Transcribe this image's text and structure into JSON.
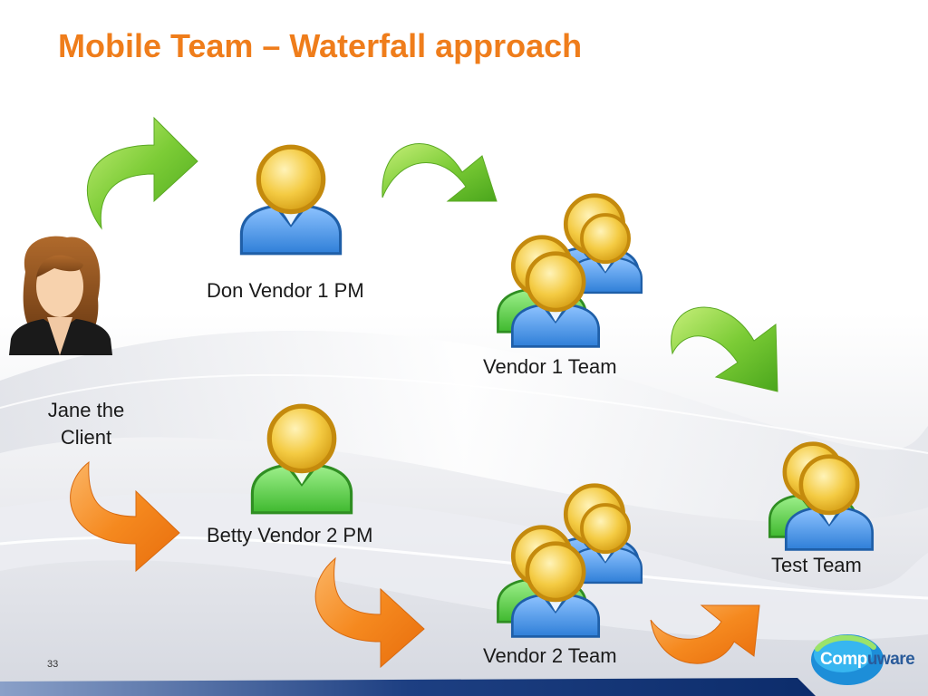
{
  "slide": {
    "title": "Mobile Team – Waterfall approach",
    "page_number": "33"
  },
  "nodes": {
    "client": {
      "line1": "Jane the",
      "line2": "Client"
    },
    "pm1": {
      "label": "Don Vendor 1 PM"
    },
    "team1": {
      "label": "Vendor 1 Team"
    },
    "pm2": {
      "label": "Betty Vendor 2 PM"
    },
    "team2": {
      "label": "Vendor 2 Team"
    },
    "test": {
      "label": "Test Team"
    }
  },
  "logo": {
    "part1": "Comp",
    "part2": "uware"
  },
  "colors": {
    "title": "#ef7d1b",
    "arrow_green": "#6cc62f",
    "arrow_orange": "#f5891f",
    "person_blue": "#2f7fd8",
    "person_green": "#3fb92f",
    "head_gold": "#f2c230",
    "footer_bar": "#0c2c6b"
  }
}
